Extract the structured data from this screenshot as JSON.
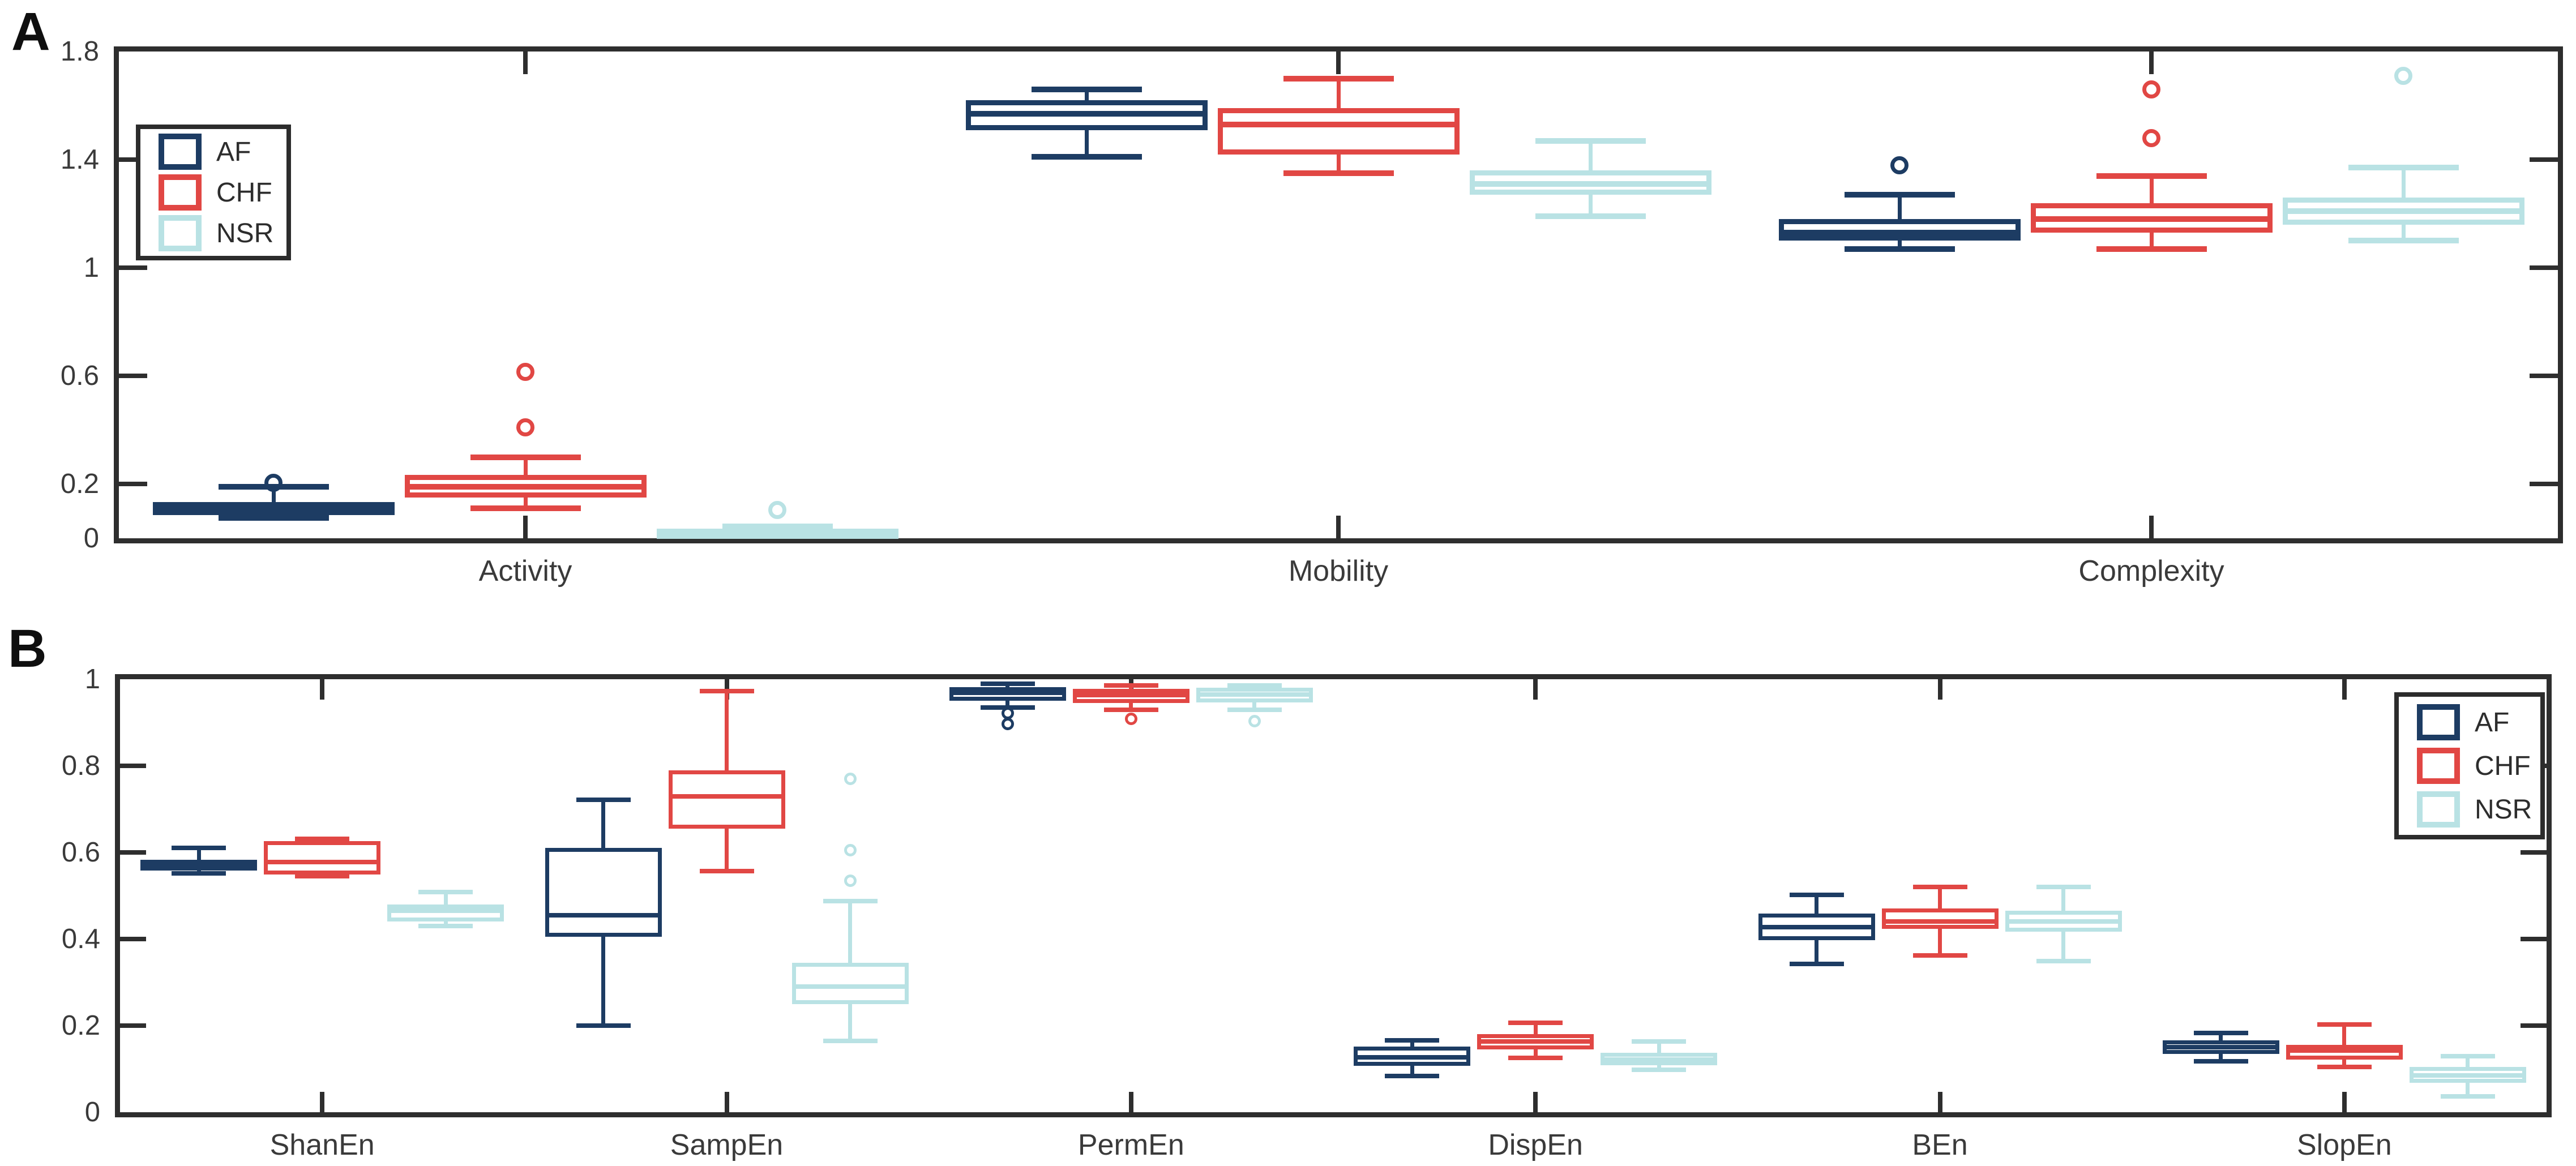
{
  "figure_title": "",
  "chart_data": [
    {
      "panel_label": "A",
      "type": "box",
      "ylim": [
        0,
        1.8
      ],
      "yticks": [
        0,
        0.2,
        0.6,
        1,
        1.4,
        1.8
      ],
      "grid": false,
      "categories": [
        "Activity",
        "Mobility",
        "Complexity"
      ],
      "legend": {
        "labels": [
          "AF",
          "CHF",
          "NSR"
        ],
        "position": "top-left"
      },
      "series": [
        {
          "name": "AF",
          "color": "#1d3c63",
          "boxes": [
            {
              "whislo": 0.075,
              "q1": 0.085,
              "med": 0.105,
              "q3": 0.135,
              "whishi": 0.19,
              "outliers": [
                0.205
              ]
            },
            {
              "whislo": 1.41,
              "q1": 1.51,
              "med": 1.57,
              "q3": 1.62,
              "whishi": 1.66,
              "outliers": []
            },
            {
              "whislo": 1.07,
              "q1": 1.1,
              "med": 1.13,
              "q3": 1.18,
              "whishi": 1.27,
              "outliers": [
                1.38
              ]
            }
          ]
        },
        {
          "name": "CHF",
          "color": "#e14744",
          "boxes": [
            {
              "whislo": 0.11,
              "q1": 0.15,
              "med": 0.19,
              "q3": 0.235,
              "whishi": 0.3,
              "outliers": [
                0.41,
                0.615
              ]
            },
            {
              "whislo": 1.35,
              "q1": 1.42,
              "med": 1.53,
              "q3": 1.59,
              "whishi": 1.7,
              "outliers": []
            },
            {
              "whislo": 1.07,
              "q1": 1.13,
              "med": 1.18,
              "q3": 1.24,
              "whishi": 1.34,
              "outliers": [
                1.48,
                1.66
              ]
            }
          ]
        },
        {
          "name": "NSR",
          "color": "#b9e2e4",
          "boxes": [
            {
              "whislo": 0.008,
              "q1": 0.015,
              "med": 0.025,
              "q3": 0.035,
              "whishi": 0.045,
              "outliers": [
                0.105
              ]
            },
            {
              "whislo": 1.19,
              "q1": 1.27,
              "med": 1.31,
              "q3": 1.36,
              "whishi": 1.47,
              "outliers": []
            },
            {
              "whislo": 1.1,
              "q1": 1.16,
              "med": 1.21,
              "q3": 1.26,
              "whishi": 1.37,
              "outliers": [
                1.71
              ]
            }
          ]
        }
      ]
    },
    {
      "panel_label": "B",
      "type": "box",
      "ylim": [
        0,
        1
      ],
      "yticks": [
        0,
        0.2,
        0.4,
        0.6,
        0.8,
        1
      ],
      "grid": false,
      "categories": [
        "ShanEn",
        "SampEn",
        "PermEn",
        "DispEn",
        "BEn",
        "SlopEn"
      ],
      "legend": {
        "labels": [
          "AF",
          "CHF",
          "NSR"
        ],
        "position": "top-right"
      },
      "series": [
        {
          "name": "AF",
          "color": "#1d3c63",
          "boxes": [
            {
              "whislo": 0.552,
              "q1": 0.558,
              "med": 0.57,
              "q3": 0.583,
              "whishi": 0.61,
              "outliers": []
            },
            {
              "whislo": 0.2,
              "q1": 0.405,
              "med": 0.455,
              "q3": 0.61,
              "whishi": 0.722,
              "outliers": []
            },
            {
              "whislo": 0.935,
              "q1": 0.95,
              "med": 0.968,
              "q3": 0.982,
              "whishi": 0.99,
              "outliers": [
                0.922,
                0.897
              ]
            },
            {
              "whislo": 0.084,
              "q1": 0.107,
              "med": 0.127,
              "q3": 0.152,
              "whishi": 0.166,
              "outliers": []
            },
            {
              "whislo": 0.343,
              "q1": 0.397,
              "med": 0.428,
              "q3": 0.459,
              "whishi": 0.502,
              "outliers": []
            },
            {
              "whislo": 0.117,
              "q1": 0.135,
              "med": 0.15,
              "q3": 0.166,
              "whishi": 0.183,
              "outliers": []
            }
          ]
        },
        {
          "name": "CHF",
          "color": "#e14744",
          "boxes": [
            {
              "whislo": 0.545,
              "q1": 0.549,
              "med": 0.578,
              "q3": 0.626,
              "whishi": 0.632,
              "outliers": []
            },
            {
              "whislo": 0.557,
              "q1": 0.655,
              "med": 0.729,
              "q3": 0.79,
              "whishi": 0.973,
              "outliers": []
            },
            {
              "whislo": 0.93,
              "q1": 0.945,
              "med": 0.963,
              "q3": 0.978,
              "whishi": 0.985,
              "outliers": [
                0.908
              ]
            },
            {
              "whislo": 0.125,
              "q1": 0.145,
              "med": 0.163,
              "q3": 0.18,
              "whishi": 0.206,
              "outliers": []
            },
            {
              "whislo": 0.362,
              "q1": 0.423,
              "med": 0.441,
              "q3": 0.471,
              "whishi": 0.52,
              "outliers": []
            },
            {
              "whislo": 0.105,
              "q1": 0.122,
              "med": 0.142,
              "q3": 0.155,
              "whishi": 0.202,
              "outliers": []
            }
          ]
        },
        {
          "name": "NSR",
          "color": "#b9e2e4",
          "boxes": [
            {
              "whislo": 0.43,
              "q1": 0.44,
              "med": 0.465,
              "q3": 0.48,
              "whishi": 0.508,
              "outliers": []
            },
            {
              "whislo": 0.165,
              "q1": 0.25,
              "med": 0.29,
              "q3": 0.345,
              "whishi": 0.488,
              "outliers": [
                0.535,
                0.605,
                0.77
              ]
            },
            {
              "whislo": 0.93,
              "q1": 0.947,
              "med": 0.965,
              "q3": 0.98,
              "whishi": 0.985,
              "outliers": [
                0.903
              ]
            },
            {
              "whislo": 0.098,
              "q1": 0.108,
              "med": 0.122,
              "q3": 0.137,
              "whishi": 0.163,
              "outliers": []
            },
            {
              "whislo": 0.349,
              "q1": 0.417,
              "med": 0.441,
              "q3": 0.465,
              "whishi": 0.52,
              "outliers": []
            },
            {
              "whislo": 0.037,
              "q1": 0.068,
              "med": 0.085,
              "q3": 0.104,
              "whishi": 0.129,
              "outliers": []
            }
          ]
        }
      ]
    }
  ]
}
